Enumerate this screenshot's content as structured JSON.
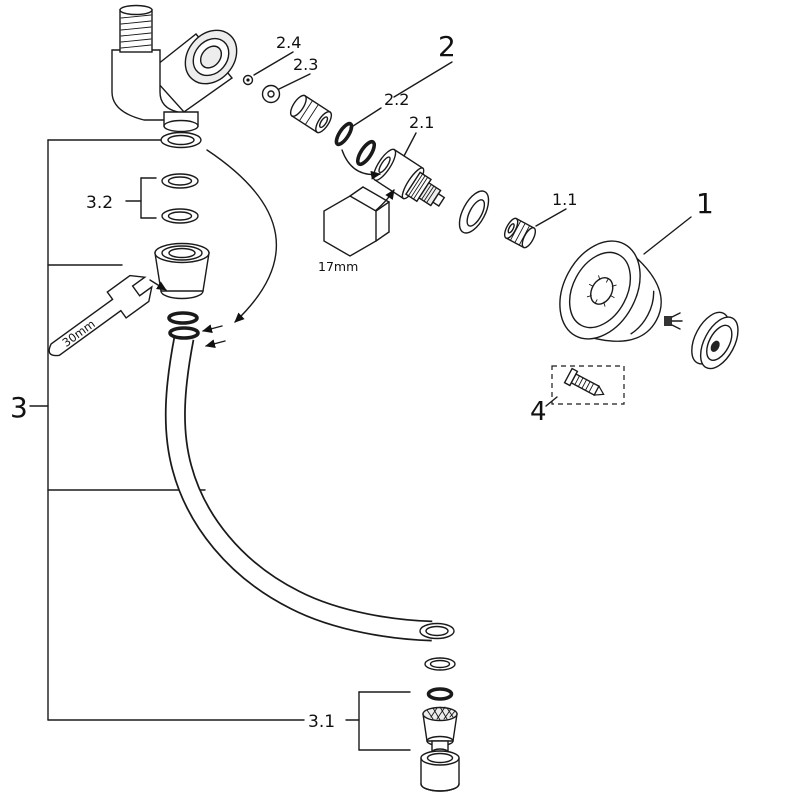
{
  "diagram": {
    "labels": {
      "group1": "1",
      "group2": "2",
      "group3": "3",
      "group4": "4",
      "part1_1": "1.1",
      "part2_1": "2.1",
      "part2_2": "2.2",
      "part2_3": "2.3",
      "part2_4": "2.4",
      "part3_1": "3.1",
      "part3_2": "3.2"
    },
    "tools": {
      "hex": "17mm",
      "wrench": "30mm"
    },
    "colors": {
      "line": "#1a1a1a",
      "background": "#ffffff"
    }
  }
}
